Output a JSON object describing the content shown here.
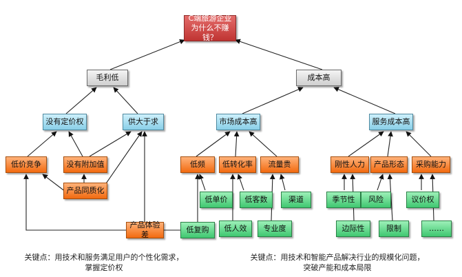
{
  "root": {
    "line1": "C端旅游企业",
    "line2": "为什么不赚钱？"
  },
  "level1": {
    "left": "毛利低",
    "right": "成本高"
  },
  "level2": {
    "pricing_power": "没有定价权",
    "oversupply": "供大于求",
    "market_cost": "市场成本高",
    "service_cost": "服务成本高"
  },
  "level3": {
    "low_price": "低价竞争",
    "no_added_value": "没有附加值",
    "product_homogeneity": "产品同质化",
    "low_frequency": "低频",
    "low_conversion": "低转化率",
    "traffic_cost": "流量贵",
    "rigid_labor": "刚性人力",
    "product_form": "产品形态",
    "purchasing": "采购能力"
  },
  "experience": "产品体验差",
  "leaves": {
    "low_repurchase": "低复购",
    "low_unit_price": "低单价",
    "low_per_capita": "低人效",
    "low_customer_count": "低客数",
    "channel": "渠道",
    "professionalism": "专业度",
    "seasonality": "季节性",
    "risk": "风险",
    "marginality": "边际性",
    "restriction": "限制",
    "bargaining": "议价权",
    "more": "……"
  },
  "notes": {
    "left_line1": "关键点：用技术和服务满足用户的个性化需求，",
    "left_line2": "掌握定价权",
    "right_line1": "关键点：用技术和智能产品解决行业的规模化问题，",
    "right_line2": "突破产能和成本局限"
  }
}
